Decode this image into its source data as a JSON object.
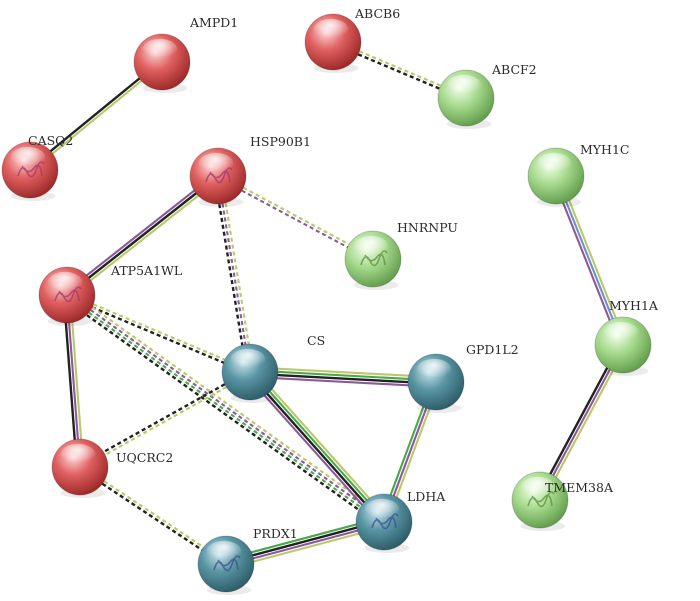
{
  "colors": {
    "red": "#d64a4a",
    "green": "#a5d78f",
    "teal": "#4f8a98",
    "edge_black": "#222222",
    "edge_olive": "#b9c96a",
    "edge_purple": "#8a5a9a",
    "edge_green": "#4aa84a",
    "edge_blue": "#6f8fcf"
  },
  "nodes": [
    {
      "id": "AMPD1",
      "label": "AMPD1",
      "color": "red",
      "has_structure": false
    },
    {
      "id": "ABCB6",
      "label": "ABCB6",
      "color": "red",
      "has_structure": false
    },
    {
      "id": "ABCF2",
      "label": "ABCF2",
      "color": "green",
      "has_structure": false
    },
    {
      "id": "CASQ2",
      "label": "CASQ2",
      "color": "red",
      "has_structure": true
    },
    {
      "id": "HSP90B1",
      "label": "HSP90B1",
      "color": "red",
      "has_structure": true
    },
    {
      "id": "MYH1C",
      "label": "MYH1C",
      "color": "green",
      "has_structure": false
    },
    {
      "id": "HNRNPU",
      "label": "HNRNPU",
      "color": "green",
      "has_structure": true
    },
    {
      "id": "ATP5A1WL",
      "label": "ATP5A1WL",
      "color": "red",
      "has_structure": true
    },
    {
      "id": "CS",
      "label": "CS",
      "color": "teal",
      "has_structure": false
    },
    {
      "id": "GPD1L2",
      "label": "GPD1L2",
      "color": "teal",
      "has_structure": false
    },
    {
      "id": "MYH1A",
      "label": "MYH1A",
      "color": "green",
      "has_structure": false
    },
    {
      "id": "UQCRC2",
      "label": "UQCRC2",
      "color": "red",
      "has_structure": false
    },
    {
      "id": "TMEM38A",
      "label": "TMEM38A",
      "color": "green",
      "has_structure": true
    },
    {
      "id": "LDHA",
      "label": "LDHA",
      "color": "teal",
      "has_structure": true
    },
    {
      "id": "PRDX1",
      "label": "PRDX1",
      "color": "teal",
      "has_structure": true
    }
  ],
  "edges": [
    {
      "source": "AMPD1",
      "target": "CASQ2",
      "evidence": [
        "olive",
        "black"
      ],
      "dashed": false
    },
    {
      "source": "ABCB6",
      "target": "ABCF2",
      "evidence": [
        "olive",
        "black"
      ],
      "dashed": true
    },
    {
      "source": "MYH1C",
      "target": "MYH1A",
      "evidence": [
        "olive",
        "blue",
        "purple"
      ],
      "dashed": false
    },
    {
      "source": "MYH1A",
      "target": "TMEM38A",
      "evidence": [
        "olive",
        "purple",
        "black"
      ],
      "dashed": false
    },
    {
      "source": "HSP90B1",
      "target": "ATP5A1WL",
      "evidence": [
        "olive",
        "black",
        "purple"
      ],
      "dashed": false
    },
    {
      "source": "HSP90B1",
      "target": "HNRNPU",
      "evidence": [
        "olive",
        "purple"
      ],
      "dashed": true
    },
    {
      "source": "HSP90B1",
      "target": "CS",
      "evidence": [
        "olive",
        "purple",
        "black"
      ],
      "dashed": true
    },
    {
      "source": "ATP5A1WL",
      "target": "UQCRC2",
      "evidence": [
        "olive",
        "purple",
        "black"
      ],
      "dashed": false
    },
    {
      "source": "ATP5A1WL",
      "target": "CS",
      "evidence": [
        "olive",
        "black"
      ],
      "dashed": true
    },
    {
      "source": "ATP5A1WL",
      "target": "LDHA",
      "evidence": [
        "olive",
        "purple",
        "green",
        "black"
      ],
      "dashed": true
    },
    {
      "source": "CS",
      "target": "GPD1L2",
      "evidence": [
        "olive",
        "green",
        "black",
        "purple"
      ],
      "dashed": false
    },
    {
      "source": "CS",
      "target": "LDHA",
      "evidence": [
        "olive",
        "green",
        "black",
        "purple"
      ],
      "dashed": false
    },
    {
      "source": "CS",
      "target": "UQCRC2",
      "evidence": [
        "olive",
        "black"
      ],
      "dashed": true
    },
    {
      "source": "GPD1L2",
      "target": "LDHA",
      "evidence": [
        "olive",
        "purple",
        "green"
      ],
      "dashed": false
    },
    {
      "source": "LDHA",
      "target": "PRDX1",
      "evidence": [
        "olive",
        "purple",
        "black",
        "green"
      ],
      "dashed": false
    },
    {
      "source": "UQCRC2",
      "target": "PRDX1",
      "evidence": [
        "olive",
        "black"
      ],
      "dashed": true
    }
  ]
}
